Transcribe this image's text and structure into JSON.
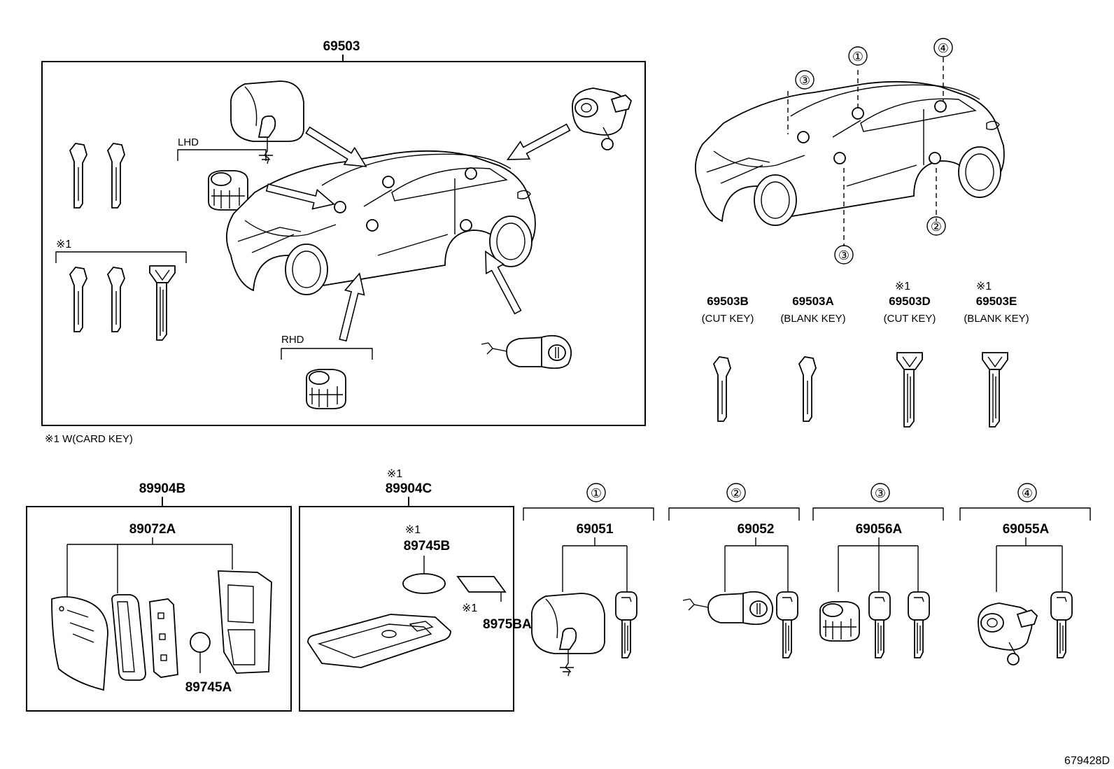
{
  "main_assembly": {
    "number": "69503",
    "lhd": "LHD",
    "rhd": "RHD",
    "note_mark": "※1"
  },
  "footnote": "※1 W(CARD KEY)",
  "location_markers": [
    "①",
    "②",
    "③",
    "③",
    "④"
  ],
  "key_variants": [
    {
      "mark": "",
      "number": "69503B",
      "desc": "(CUT KEY)"
    },
    {
      "mark": "",
      "number": "69503A",
      "desc": "(BLANK KEY)"
    },
    {
      "mark": "※1",
      "number": "69503D",
      "desc": "(CUT KEY)"
    },
    {
      "mark": "※1",
      "number": "69503E",
      "desc": "(BLANK KEY)"
    }
  ],
  "transmitter": {
    "number": "89904B",
    "sub": "89072A",
    "battery": "89745A"
  },
  "card_key": {
    "mark": "※1",
    "number": "89904C",
    "battery_mark": "※1",
    "battery": "89745B",
    "sheet_mark": "※1",
    "sheet": "8975BA"
  },
  "lock_sets": [
    {
      "marker": "①",
      "number": "69051"
    },
    {
      "marker": "②",
      "number": "69052"
    },
    {
      "marker": "③",
      "number": "69056A"
    },
    {
      "marker": "④",
      "number": "69055A"
    }
  ],
  "figure_id": "679428D"
}
